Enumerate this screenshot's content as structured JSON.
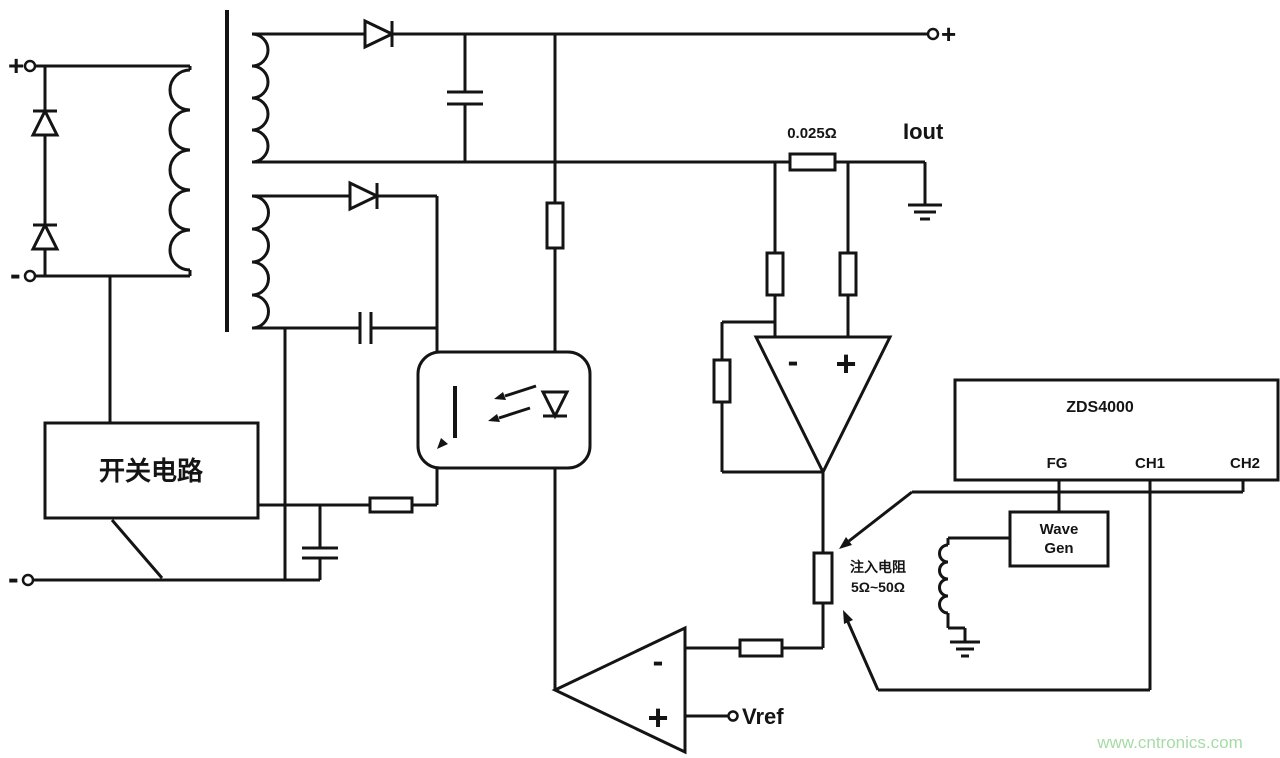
{
  "diagram": {
    "labels": {
      "input_plus": "+",
      "input_minus": "-",
      "output_plus": "+",
      "bottom_minus": "-",
      "shunt_value": "0.025Ω",
      "iout": "Iout",
      "switch_block": "开关电路",
      "sense_amp_minus": "-",
      "sense_amp_plus": "+",
      "error_amp_minus": "-",
      "error_amp_plus": "+",
      "vref": "Vref",
      "injection_line1": "注入电阻",
      "injection_line2": "5Ω~50Ω",
      "scope_model": "ZDS4000",
      "scope_fg": "FG",
      "scope_ch1": "CH1",
      "scope_ch2": "CH2",
      "wavegen_line1": "Wave",
      "wavegen_line2": "Gen",
      "watermark": "www.cntronics.com"
    },
    "colors": {
      "stroke": "#141414",
      "watermark": "#a6dba6",
      "background": "#ffffff"
    }
  }
}
